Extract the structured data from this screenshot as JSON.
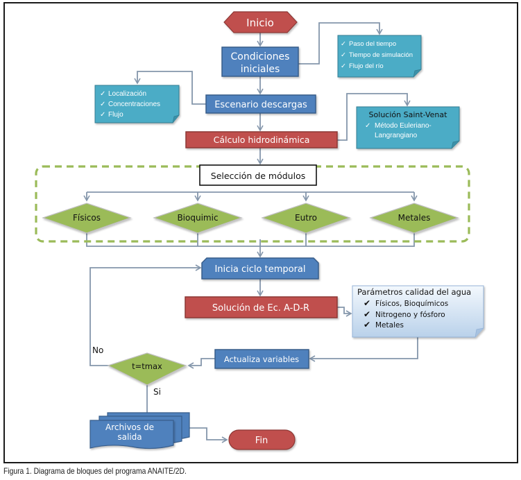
{
  "caption": "Figura 1. Diagrama de bloques del programa ANAITE/2D.",
  "colors": {
    "terminal": "#c0504d",
    "process_blue": "#4f81bd",
    "process_red": "#c0504d",
    "note_teal": "#4bacc6",
    "decision_green": "#9bbb59",
    "connector": "#8496ab",
    "dashed_group": "#9bbb59",
    "note_light": "#dbe8f5"
  },
  "nodes": {
    "inicio": "Inicio",
    "condiciones_line1": "Condiciones",
    "condiciones_line2": "iniciales",
    "escenario": "Escenario descargas",
    "calculo": "Cálculo hidrodinámica",
    "seleccion": "Selección de módulos",
    "inicia_ciclo": "Inicia ciclo temporal",
    "solucion": "Solución de Ec. A-D-R",
    "actualiza": "Actualiza variables",
    "decision": "t=tmax",
    "archivos_line1": "Archivos de",
    "archivos_line2": "salida",
    "fin": "Fin"
  },
  "modules": [
    "Físicos",
    "Bioquimic",
    "Eutro",
    "Metales"
  ],
  "notes": {
    "tiempo": {
      "items": [
        "Paso del tiempo",
        "Tiempo de simulación",
        "Flujo del río"
      ]
    },
    "descargas": {
      "items": [
        "Localización",
        "Concentraciones",
        "Flujo"
      ]
    },
    "saint_venant": {
      "title": "Solución Saint-Venat",
      "items": [
        "Método Euleriano-",
        "Langrangiano"
      ]
    },
    "calidad": {
      "title": "Parámetros calidad del agua",
      "items": [
        "Físicos, Bioquímicos",
        "Nitrogeno y fósforo",
        "Metales"
      ]
    }
  },
  "edge_labels": {
    "no": "No",
    "si": "Si"
  },
  "icons": {
    "check": "✓",
    "check_bold": "✔"
  }
}
